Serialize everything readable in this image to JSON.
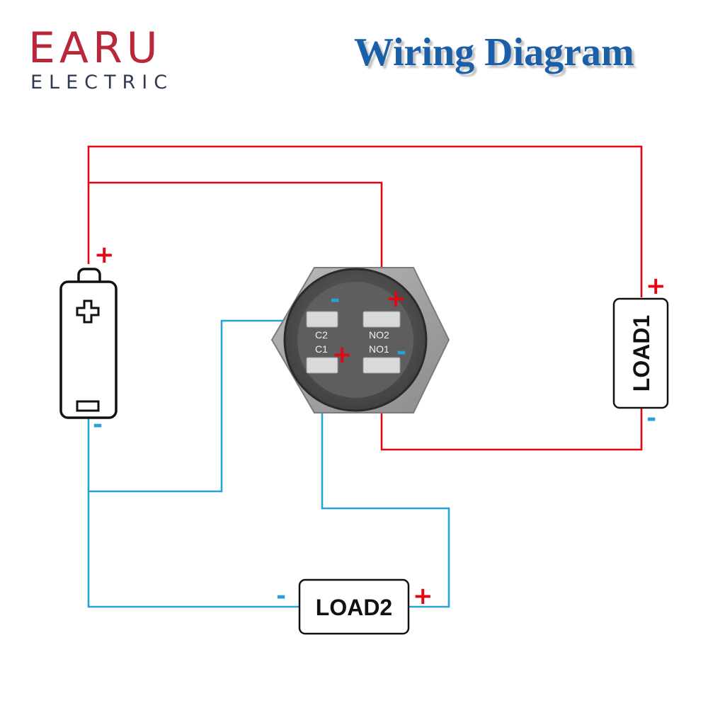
{
  "brand": {
    "name": "EARU",
    "subtitle": "ELECTRIC",
    "color": "#b8283a",
    "subtitle_color": "#2f3a55"
  },
  "title": "Wiring Diagram",
  "title_color": "#1a5fa8",
  "wire_colors": {
    "positive": "#e30613",
    "negative": "#27a2d4"
  },
  "battery": {
    "positive_sign": "+",
    "negative_sign": "-"
  },
  "switch": {
    "pins": {
      "c2": "C2",
      "no2": "NO2",
      "c1": "C1",
      "no1": "NO1"
    },
    "signs": {
      "ring_neg": "-",
      "no2_pos": "+",
      "c1_pos": "+",
      "no1_neg": "-"
    }
  },
  "load1": {
    "label": "LOAD1",
    "positive_sign": "+",
    "negative_sign": "-"
  },
  "load2": {
    "label": "LOAD2",
    "positive_sign": "+",
    "negative_sign": "-"
  }
}
